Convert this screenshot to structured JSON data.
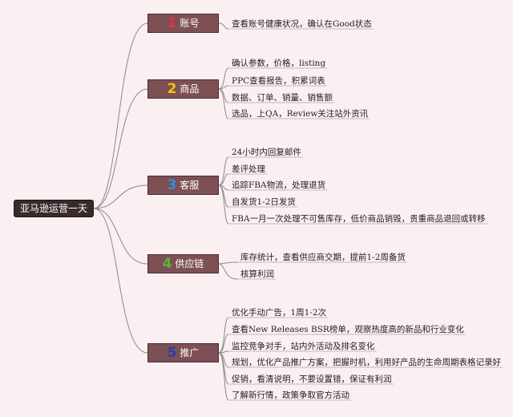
{
  "root": {
    "label": "亚马逊运营一天"
  },
  "branches": [
    {
      "number": "1",
      "number_color": "#e0333b",
      "label": "账号",
      "items": [
        "查看账号健康状况，确认在Good状态"
      ]
    },
    {
      "number": "2",
      "number_color": "#f4c20d",
      "label": "商品",
      "items": [
        "确认参数，价格，listing",
        "PPC查看报告，积累词表",
        "数据、订单、销量、销售额",
        "选品，上QA，Review关注站外资讯"
      ]
    },
    {
      "number": "3",
      "number_color": "#2f8fd8",
      "label": "客服",
      "items": [
        "24小时内回复邮件",
        "差评处理",
        "追踪FBA物流，处理退货",
        "自发货1-2日发货",
        "FBA一月一次处理不可售库存，低价商品销毁，贵重商品退回或转移"
      ]
    },
    {
      "number": "4",
      "number_color": "#5db33a",
      "label": "供应链",
      "items": [
        "库存统计，查看供应商交期，提前1-2周备货",
        "核算利润"
      ]
    },
    {
      "number": "5",
      "number_color": "#2b3fa8",
      "label": "推广",
      "items": [
        "优化手动广告，1周1-2次",
        "查看New Releases BSR榜单，观察热度高的新品和行业变化",
        "监控竞争对手，站内外活动及排名变化",
        "规划，优化产品推广方案，把握时机，利用好产品的生命周期表格记录好",
        "促销，看清说明，不要设置错，保证有利润",
        "了解新行情，政策争取官方活动"
      ]
    }
  ]
}
